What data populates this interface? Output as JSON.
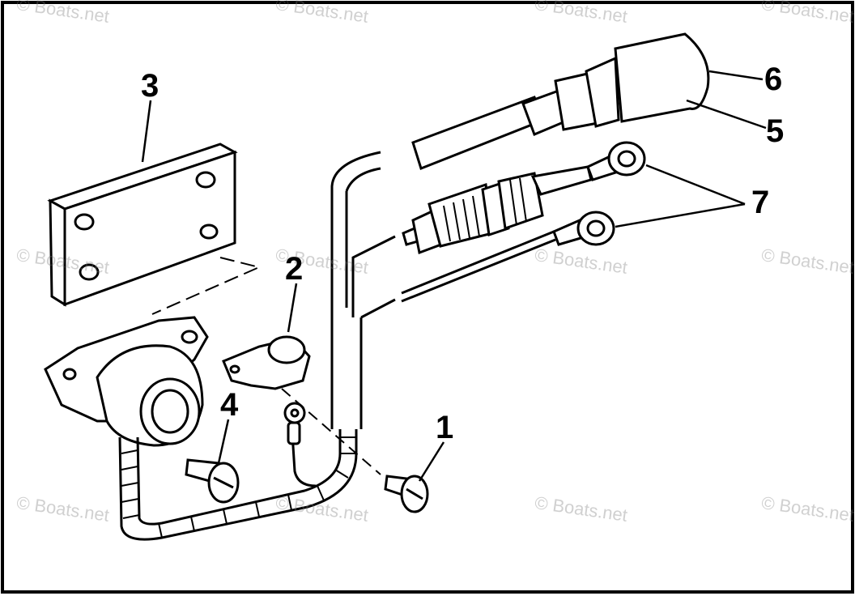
{
  "diagram": {
    "callouts": [
      "1",
      "2",
      "3",
      "4",
      "5",
      "6",
      "7"
    ],
    "watermark": "© Boats.net"
  },
  "colors": {
    "line": "#000000",
    "background": "#ffffff",
    "watermark": "#9a9a9a"
  }
}
